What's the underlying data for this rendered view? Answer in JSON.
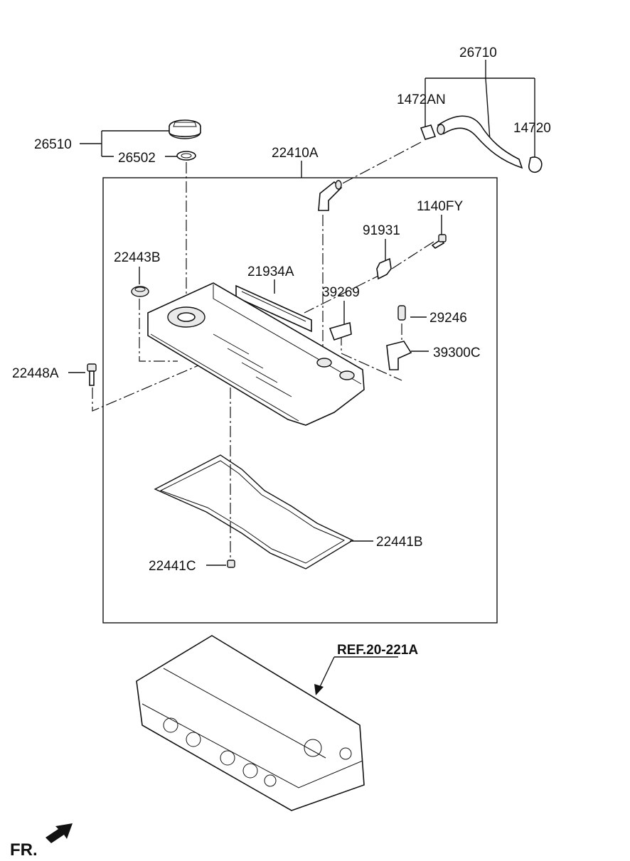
{
  "labels": {
    "hose_assy": "26710",
    "hose_clamp_left": "1472AN",
    "hose_clamp_right": "14720",
    "oil_filler_cap": "26510",
    "filler_cap_gasket": "26502",
    "cover_assy": "22410A",
    "bolt_1140fy": "1140FY",
    "bracket_91931": "91931",
    "seal_22443b": "22443B",
    "baffle_21934a": "21934A",
    "bracket_39269": "39269",
    "sensor_bolt_29246": "29246",
    "cam_sensor": "39300C",
    "bolt_22448a": "22448A",
    "cover_gasket": "22441B",
    "plug_22441c": "22441C",
    "cylinder_head_ref": "REF.20-221A",
    "front_indicator": "FR."
  }
}
